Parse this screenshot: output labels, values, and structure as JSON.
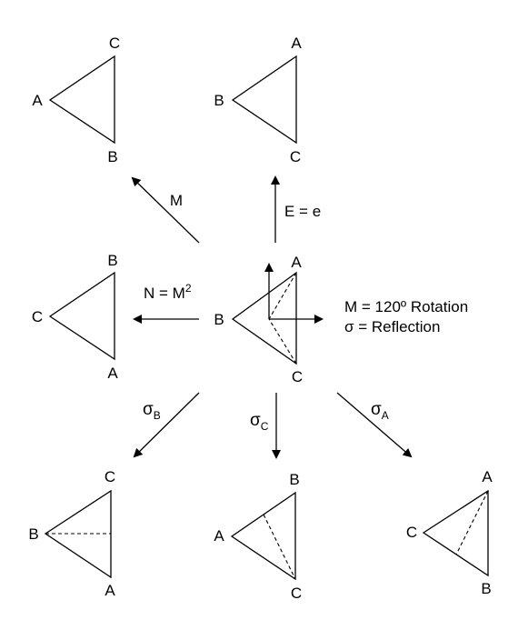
{
  "legend": {
    "line1": "M = 120º Rotation",
    "line2": "σ = Reflection"
  },
  "operations": {
    "m": "M",
    "e": "E = e",
    "n_base": "N = M",
    "n_sup": "2",
    "sigma": "σ",
    "sub_b": "B",
    "sub_c": "C",
    "sub_a": "A"
  },
  "triangles": {
    "center": {
      "top": "A",
      "left": "B",
      "bottom": "C"
    },
    "m_result": {
      "top": "C",
      "left": "A",
      "bottom": "B"
    },
    "e_result": {
      "top": "A",
      "left": "B",
      "bottom": "C"
    },
    "n_result": {
      "top": "B",
      "left": "C",
      "bottom": "A"
    },
    "sigma_b_result": {
      "top": "C",
      "left": "B",
      "bottom": "A"
    },
    "sigma_c_result": {
      "top": "B",
      "left": "A",
      "bottom": "C"
    },
    "sigma_a_result": {
      "top": "A",
      "left": "C",
      "bottom": "B"
    }
  }
}
